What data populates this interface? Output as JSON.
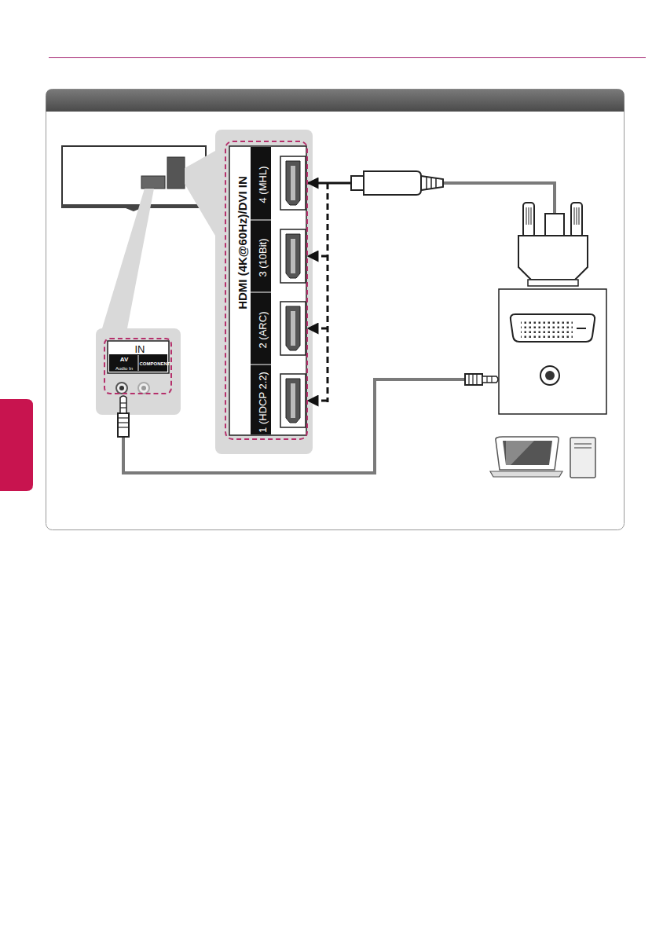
{
  "diagram": {
    "nodes": [
      {
        "text": [
          "HDMI (4K@60Hz)/DVI IN",
          "4 (MHL)",
          "3 (10Bit)",
          "2 (ARC)",
          "1 (HDCP 2.2)"
        ]
      },
      {
        "text": [
          "IN",
          "AV",
          "Audio In",
          "COMPONENT"
        ]
      }
    ]
  }
}
